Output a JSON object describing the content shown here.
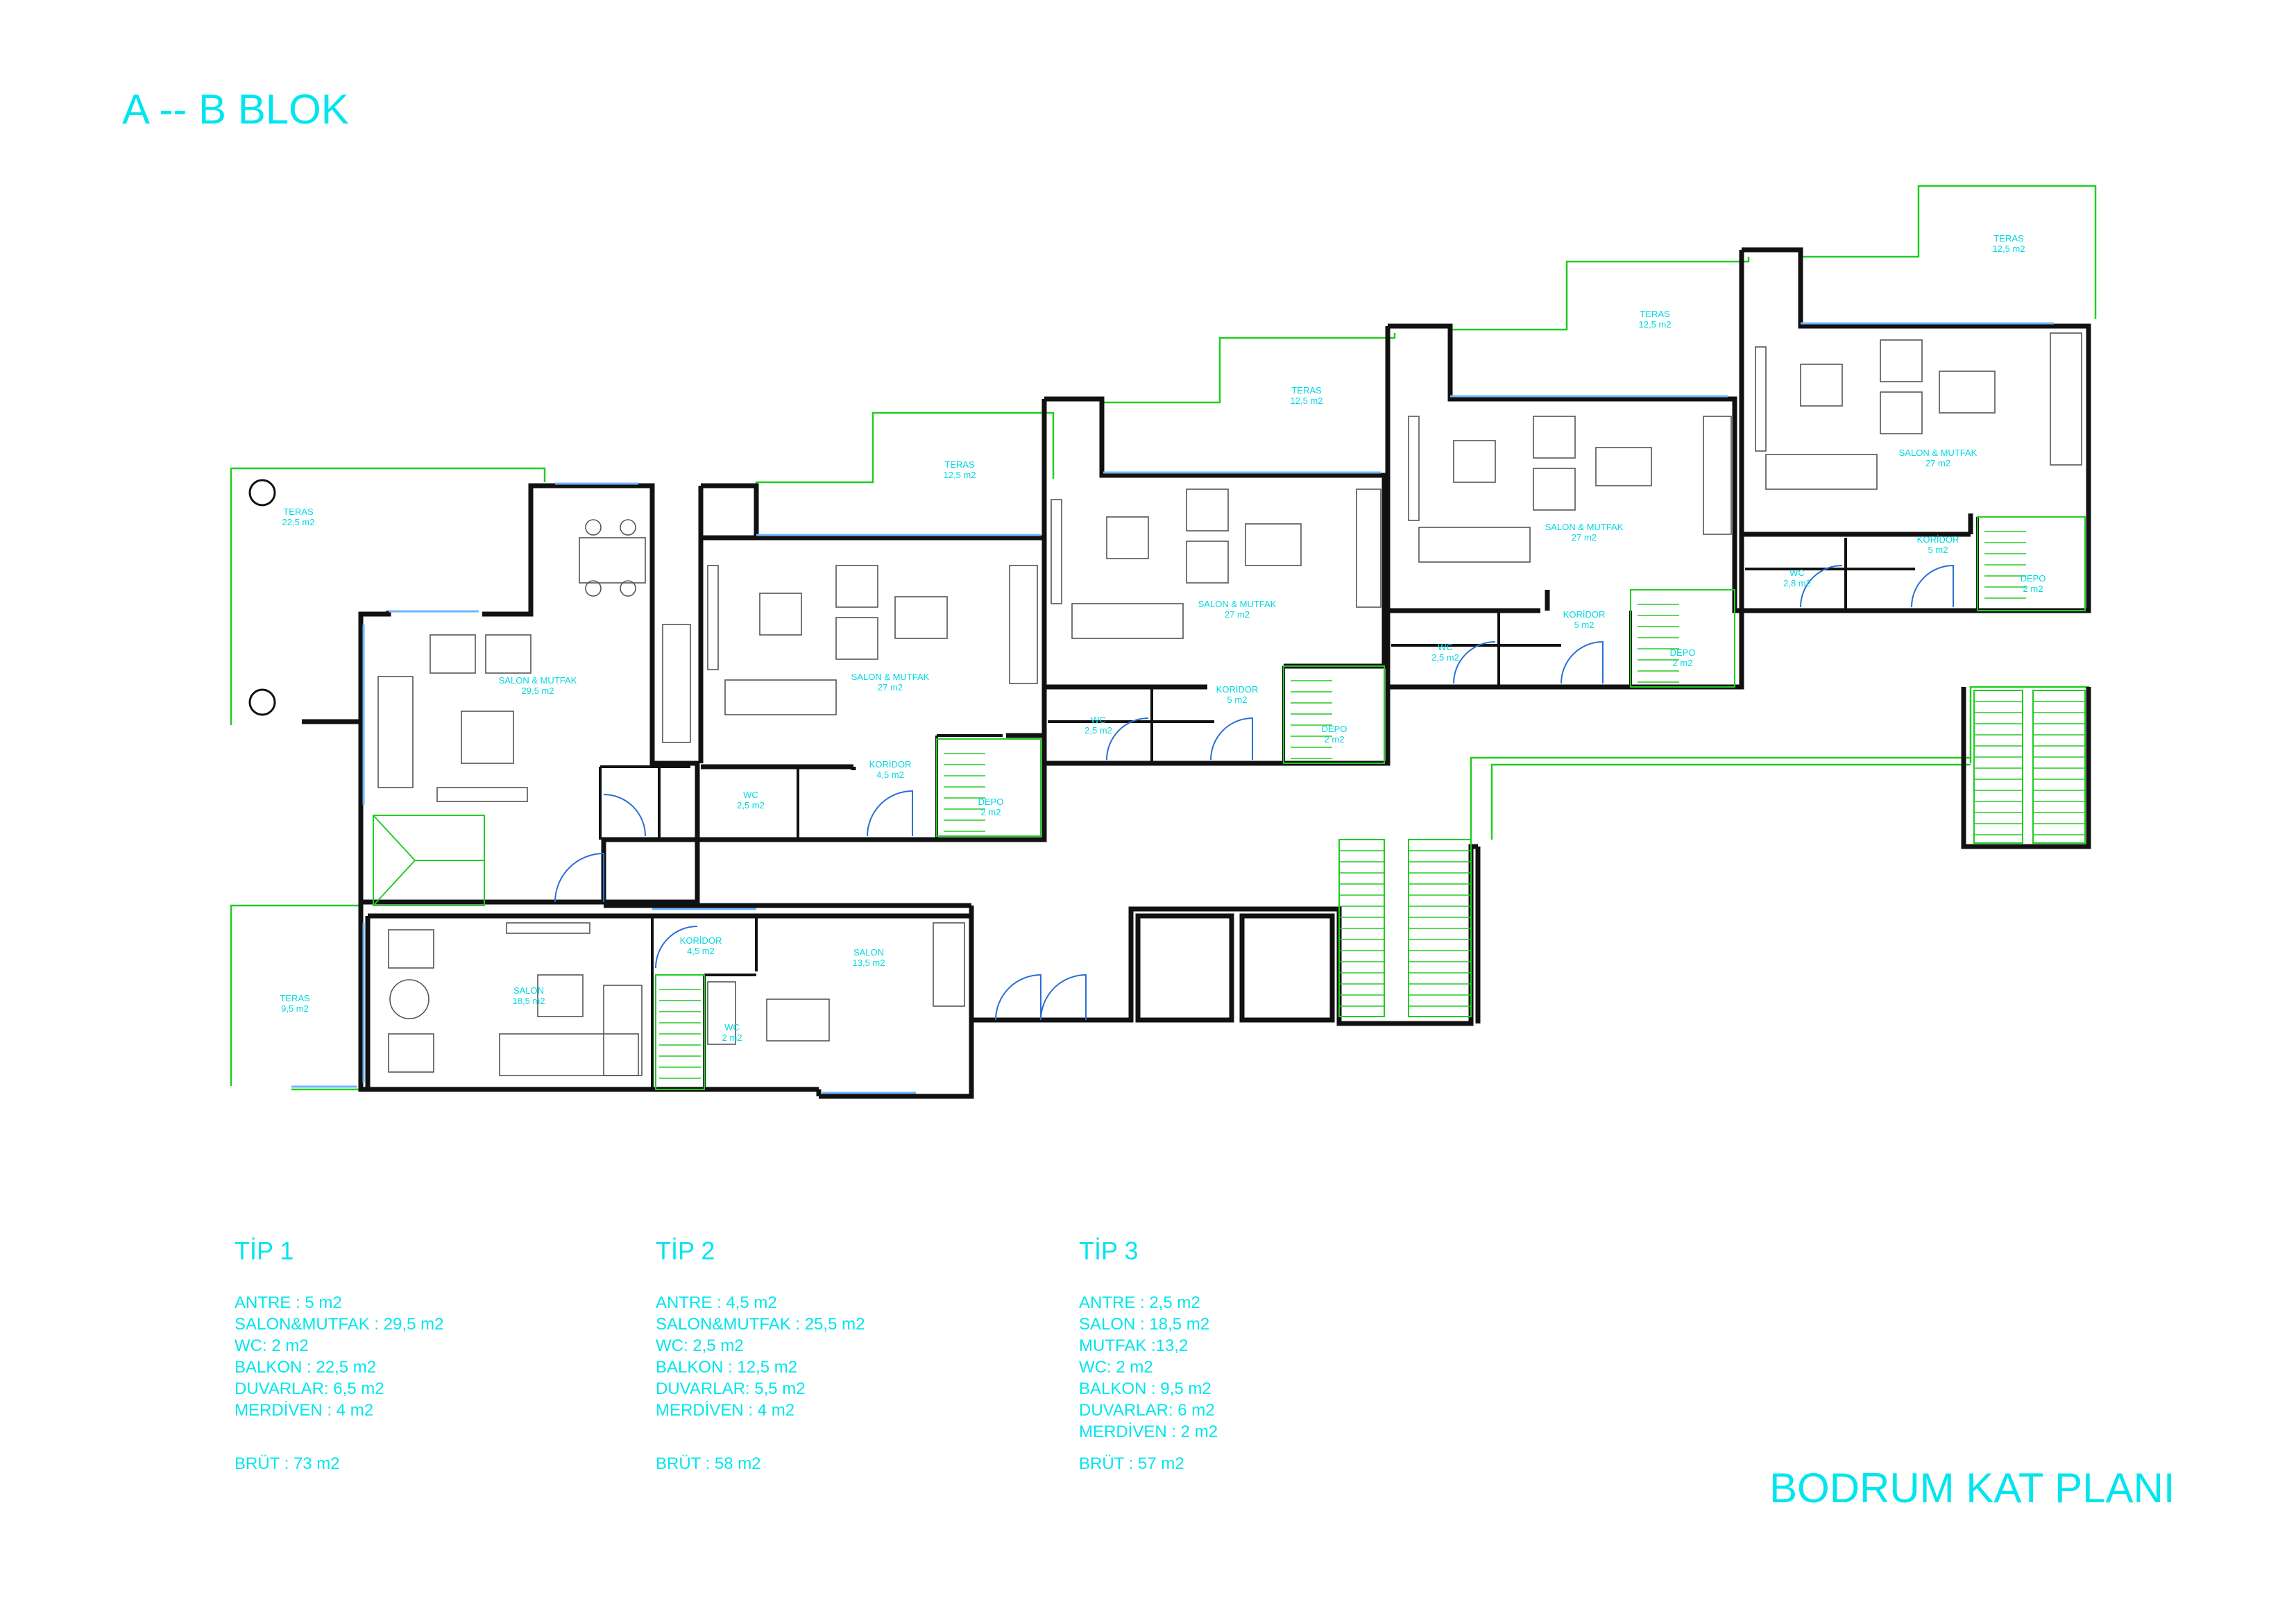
{
  "page": {
    "block_title": "A -- B   BLOK",
    "plan_title": "BODRUM KAT PLANI"
  },
  "types": [
    {
      "heading": "TİP 1",
      "specs": [
        "ANTRE : 5 m2",
        "SALON&MUTFAK : 29,5 m2",
        "WC: 2 m2",
        "BALKON : 22,5 m2",
        "DUVARLAR: 6,5 m2",
        "MERDİVEN : 4 m2"
      ],
      "gross": "BRÜT : 73 m2"
    },
    {
      "heading": "TİP 2",
      "specs": [
        "ANTRE : 4,5 m2",
        "SALON&MUTFAK : 25,5 m2",
        "WC: 2,5 m2",
        "BALKON : 12,5 m2",
        "DUVARLAR: 5,5 m2",
        "MERDİVEN : 4 m2"
      ],
      "gross": "BRÜT : 58 m2"
    },
    {
      "heading": "TİP 3",
      "specs": [
        "ANTRE : 2,5 m2",
        "SALON : 18,5 m2",
        "MUTFAK :13,2",
        "WC: 2 m2",
        "BALKON : 9,5 m2",
        "DUVARLAR: 6 m2",
        "MERDİVEN : 2 m2"
      ],
      "gross": "BRÜT : 57 m2"
    }
  ],
  "room_labels": {
    "u1_teras": [
      "TERAS",
      "22,5 m2"
    ],
    "u1_salon": [
      "SALON & MUTFAK",
      "29,5 m2"
    ],
    "u2_teras": [
      "TERAS",
      "12,5 m2"
    ],
    "u2_salon": [
      "SALON & MUTFAK",
      "27 m2"
    ],
    "u2_koridor": [
      "KORİDOR",
      "4,5 m2"
    ],
    "u2_wc": [
      "WC",
      "2,5 m2"
    ],
    "u2_depo": [
      "DEPO",
      "2 m2"
    ],
    "u3_teras": [
      "TERAS",
      "12,5 m2"
    ],
    "u3_salon": [
      "SALON & MUTFAK",
      "27 m2"
    ],
    "u3_koridor": [
      "KORİDOR",
      "5 m2"
    ],
    "u3_wc": [
      "WC",
      "2,5 m2"
    ],
    "u3_depo": [
      "DEPO",
      "2 m2"
    ],
    "u4_teras": [
      "TERAS",
      "12,5 m2"
    ],
    "u4_salon": [
      "SALON & MUTFAK",
      "27 m2"
    ],
    "u4_koridor": [
      "KORİDOR",
      "5 m2"
    ],
    "u4_wc": [
      "WC",
      "2,5 m2"
    ],
    "u4_depo": [
      "DEPO",
      "2 m2"
    ],
    "u5_teras": [
      "TERAS",
      "12,5 m2"
    ],
    "u5_salon": [
      "SALON & MUTFAK",
      "27 m2"
    ],
    "u5_koridor": [
      "KORİDOR",
      "5 m2"
    ],
    "u5_wc": [
      "WC",
      "2,8 m2"
    ],
    "u5_depo": [
      "DEPO",
      "2 m2"
    ],
    "l_teras": [
      "TERAS",
      "9,5 m2"
    ],
    "l_salon1": [
      "SALON",
      "18,5 m2"
    ],
    "l_koridor": [
      "KORİDOR",
      "4,5 m2"
    ],
    "l_wc": [
      "WC",
      "2 m2"
    ],
    "l_salon2": [
      "SALON",
      "13,5 m2"
    ]
  }
}
